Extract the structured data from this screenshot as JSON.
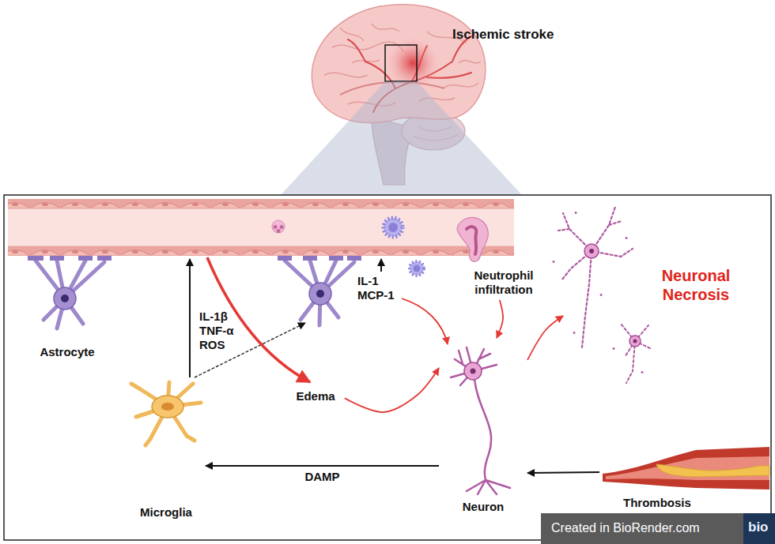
{
  "diagram": {
    "nodes": [
      {
        "text": [
          "Astrocyte"
        ]
      },
      {
        "text": [
          "Neutrophil infiltration"
        ]
      },
      {
        "text": [
          "Neuronal Necrosis"
        ]
      },
      {
        "text": [
          "Edema"
        ]
      },
      {
        "text": [
          "Microglia"
        ]
      },
      {
        "text": [
          "Neuron"
        ]
      },
      {
        "text": [
          "Thrombosis"
        ]
      }
    ],
    "edges": [
      {
        "from": 6,
        "to": 5,
        "arrow": "to"
      },
      {
        "from": 5,
        "to": 4,
        "label": "DAMP",
        "arrow": "to"
      },
      {
        "from": 3,
        "to": 5,
        "arrow": "to"
      },
      {
        "from": 1,
        "to": 5,
        "arrow": "to"
      },
      {
        "from": 5,
        "to": 2,
        "arrow": "to"
      }
    ],
    "labels": [
      "Ischemic stroke",
      "IL-1β",
      "TNF-α",
      "ROS",
      "IL-1",
      "MCP-1",
      "Created in BioRender.com",
      "bio"
    ]
  }
}
